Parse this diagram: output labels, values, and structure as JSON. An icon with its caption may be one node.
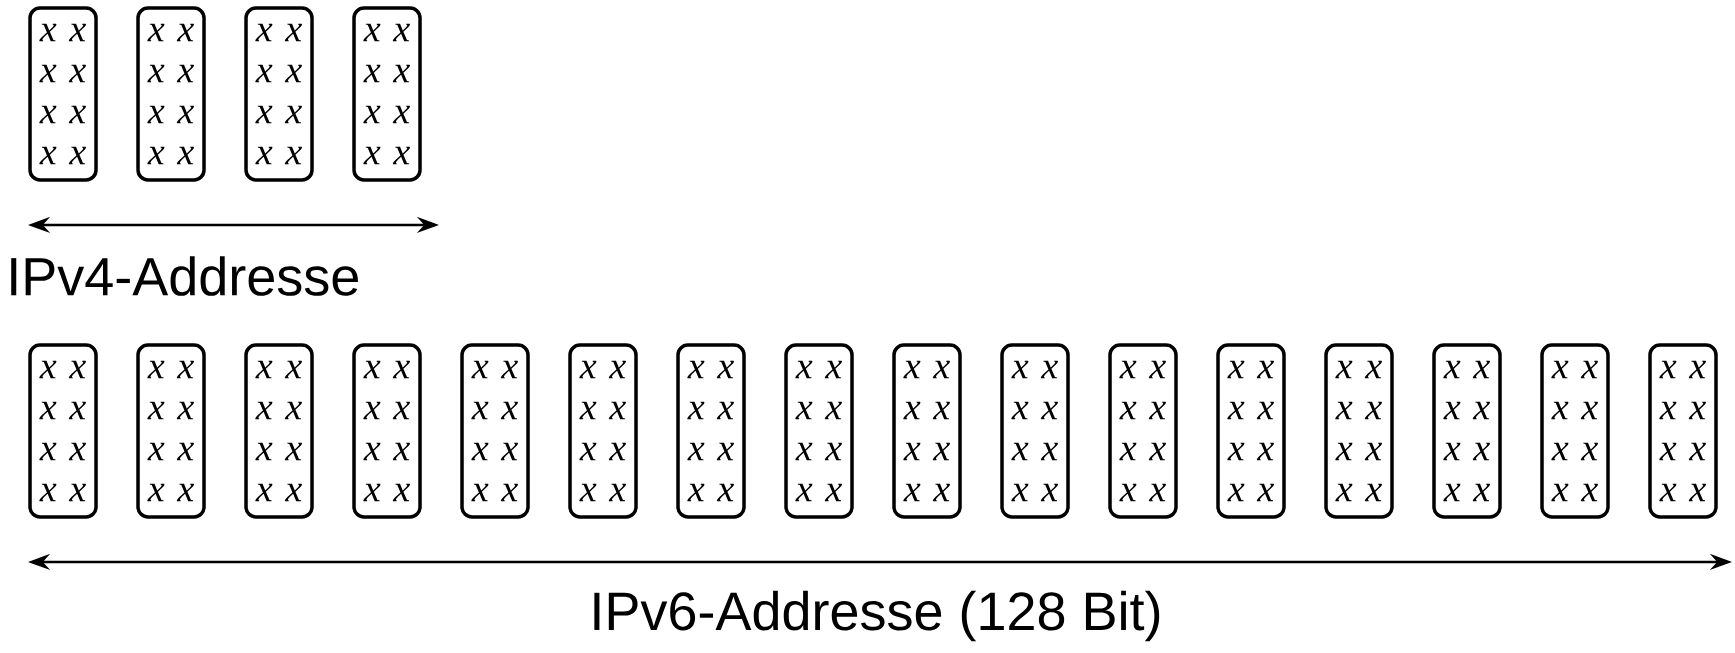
{
  "diagram": {
    "nodes": [
      {
        "text": [
          "x x x x x x x x"
        ]
      },
      {
        "text": [
          "x x x x x x x x"
        ]
      },
      {
        "text": [
          "x x x x x x x x"
        ]
      },
      {
        "text": [
          "x x x x x x x x"
        ]
      },
      {
        "text": [
          "x x x x x x x x"
        ]
      },
      {
        "text": [
          "x x x x x x x x"
        ]
      },
      {
        "text": [
          "x x x x x x x x"
        ]
      },
      {
        "text": [
          "x x x x x x x x"
        ]
      },
      {
        "text": [
          "x x x x x x x x"
        ]
      },
      {
        "text": [
          "x x x x x x x x"
        ]
      },
      {
        "text": [
          "x x x x x x x x"
        ]
      },
      {
        "text": [
          "x x x x x x x x"
        ]
      },
      {
        "text": [
          "x x x x x x x x"
        ]
      },
      {
        "text": [
          "x x x x x x x x"
        ]
      },
      {
        "text": [
          "x x x x x x x x"
        ]
      },
      {
        "text": [
          "x x x x x x x x"
        ]
      },
      {
        "text": [
          "x x x x x x x x"
        ]
      },
      {
        "text": [
          "x x x x x x x x"
        ]
      },
      {
        "text": [
          "x x x x x x x x"
        ]
      },
      {
        "text": [
          "x x x x x x x x"
        ]
      }
    ],
    "labels": [
      "IPv4-Addresse",
      "IPv6-Addresse (128 Bit)"
    ]
  }
}
